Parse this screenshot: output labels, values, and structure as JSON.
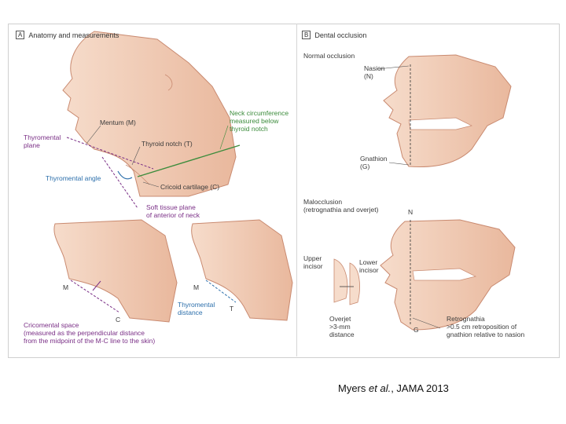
{
  "panel_a": {
    "letter": "A",
    "title": "Anatomy and measurements",
    "labels": {
      "mentum": "Mentum (M)",
      "neck_circumference": "Neck circumference\nmeasured below\nthyroid notch",
      "thyromental_plane": "Thyromental\nplane",
      "thyroid_notch": "Thyroid notch (T)",
      "thyromental_angle": "Thyromental angle",
      "cricoid": "Cricoid cartilage (C)",
      "soft_tissue": "Soft tissue plane\nof anterior of neck",
      "m_left": "M",
      "c_left": "C",
      "m_right": "M",
      "t_right": "T",
      "thyromental_distance": "Thyromental\ndistance",
      "cricomental_space": "Cricomental space\n(measured as the perpendicular distance\nfrom the midpoint of the M-C line to the skin)"
    }
  },
  "panel_b": {
    "letter": "B",
    "title": "Dental occlusion",
    "labels": {
      "normal_occlusion": "Normal occlusion",
      "nasion": "Nasion\n(N)",
      "gnathion": "Gnathion\n(G)",
      "malocclusion": "Malocclusion\n(retrognathia and overjet)",
      "n": "N",
      "upper_incisor": "Upper\nincisor",
      "lower_incisor": "Lower\nincisor",
      "overjet": "Overjet\n>3-mm\ndistance",
      "g": "G",
      "retrognathia": "Retrognathia\n>0.5 cm retroposition of\ngnathion relative to nasion"
    }
  },
  "citation": {
    "author": "Myers",
    "etal": "et al.",
    "rest": ", JAMA 2013"
  },
  "colors": {
    "skin": "#f3cfb8",
    "skin_shade": "#e8b49a",
    "outline": "#c98a70",
    "purple": "#7a2f86",
    "green": "#3c8c3c",
    "blue": "#2c6fab",
    "red": "#c5304a"
  }
}
